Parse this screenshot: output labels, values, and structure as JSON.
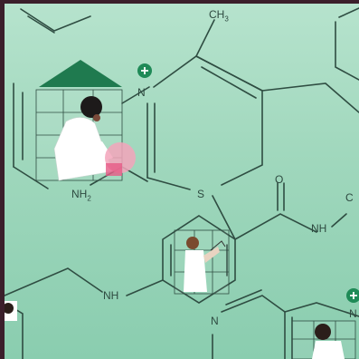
{
  "illustration": {
    "labels": {
      "methyl": "CH",
      "methyl_sub": "3",
      "nitrogen_top": "N",
      "amine": "NH",
      "amine_sub": "2",
      "sulfur": "S",
      "oxygen": "O",
      "amide": "NH",
      "carbonyl_cut": "C",
      "linker": "NH",
      "nitrogen_bottom": "N",
      "nitrogen_right": "N"
    },
    "colors": {
      "background": "#a8dcc3",
      "bond": "#2f4d42",
      "accent": "#1f8a57",
      "border": "#3b1f2b"
    }
  }
}
